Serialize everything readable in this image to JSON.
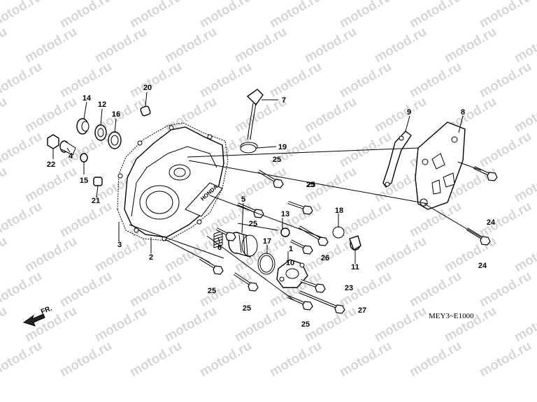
{
  "watermark": "motod.ru",
  "diagram_code": "MEY3~E1000",
  "direction_label": "FR.",
  "callouts": [
    "1",
    "2",
    "3",
    "4",
    "5",
    "6",
    "7",
    "8",
    "9",
    "10",
    "11",
    "12",
    "13",
    "14",
    "15",
    "16",
    "17",
    "18",
    "19",
    "20",
    "21",
    "22",
    "23",
    "24",
    "24",
    "25",
    "25",
    "25",
    "25",
    "25",
    "25",
    "25",
    "26",
    "27"
  ],
  "logo_text": "HONDA"
}
